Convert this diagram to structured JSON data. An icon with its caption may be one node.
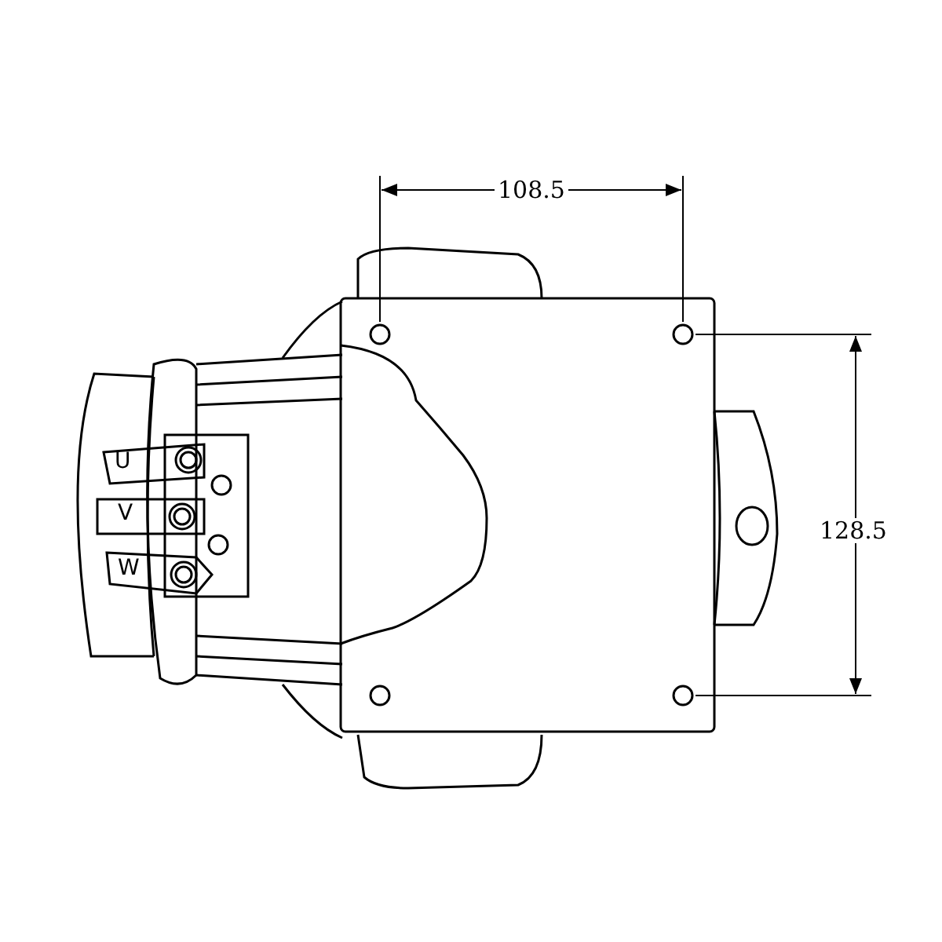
{
  "diagram": {
    "labels": [
      "108.5",
      "U",
      "V",
      "128.5",
      "W"
    ]
  }
}
